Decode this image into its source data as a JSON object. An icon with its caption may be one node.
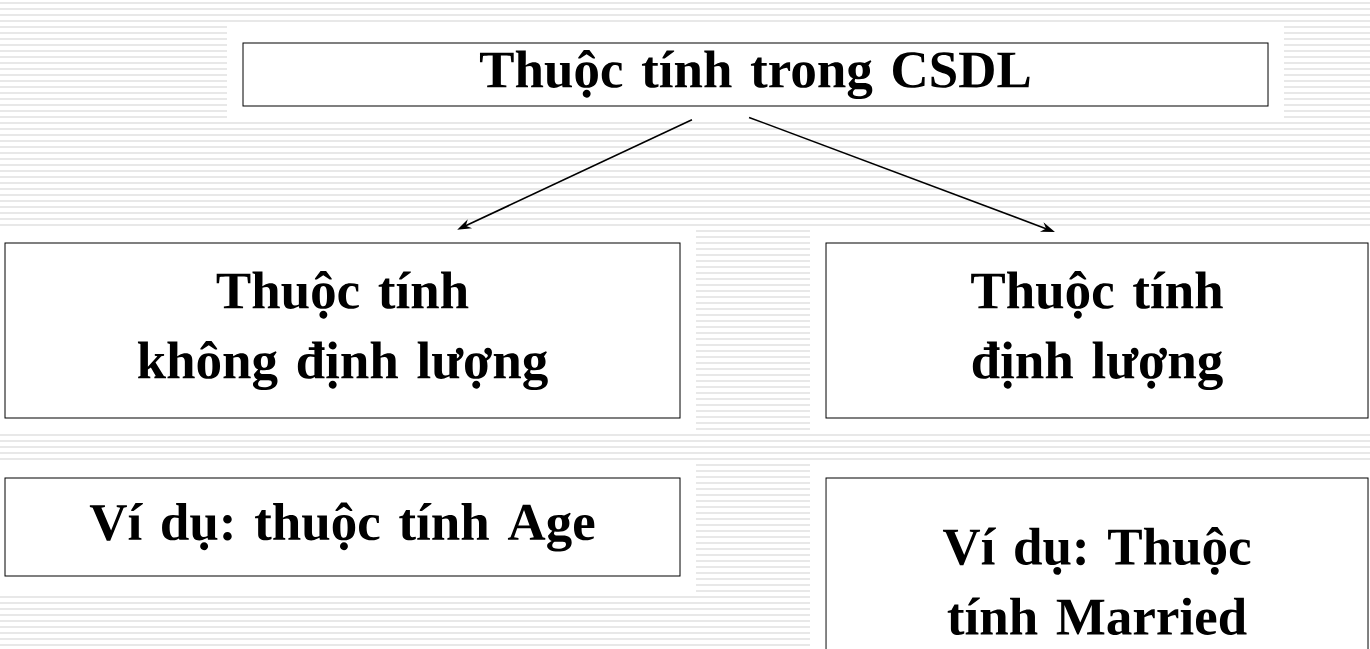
{
  "diagram": {
    "nodes": [
      {
        "text": [
          "Thuộc tính trong CSDL"
        ]
      },
      {
        "text": [
          "Thuộc tính không định lượng"
        ]
      },
      {
        "text": [
          "Thuộc tính định lượng"
        ]
      },
      {
        "text": [
          "Ví dụ: thuộc tính Age"
        ]
      },
      {
        "text": [
          "Ví dụ: Thuộc tính Married"
        ]
      }
    ],
    "edges": [
      {
        "from": 0,
        "to": 1,
        "arrow": "to"
      },
      {
        "from": 0,
        "to": 2,
        "arrow": "to"
      }
    ]
  }
}
